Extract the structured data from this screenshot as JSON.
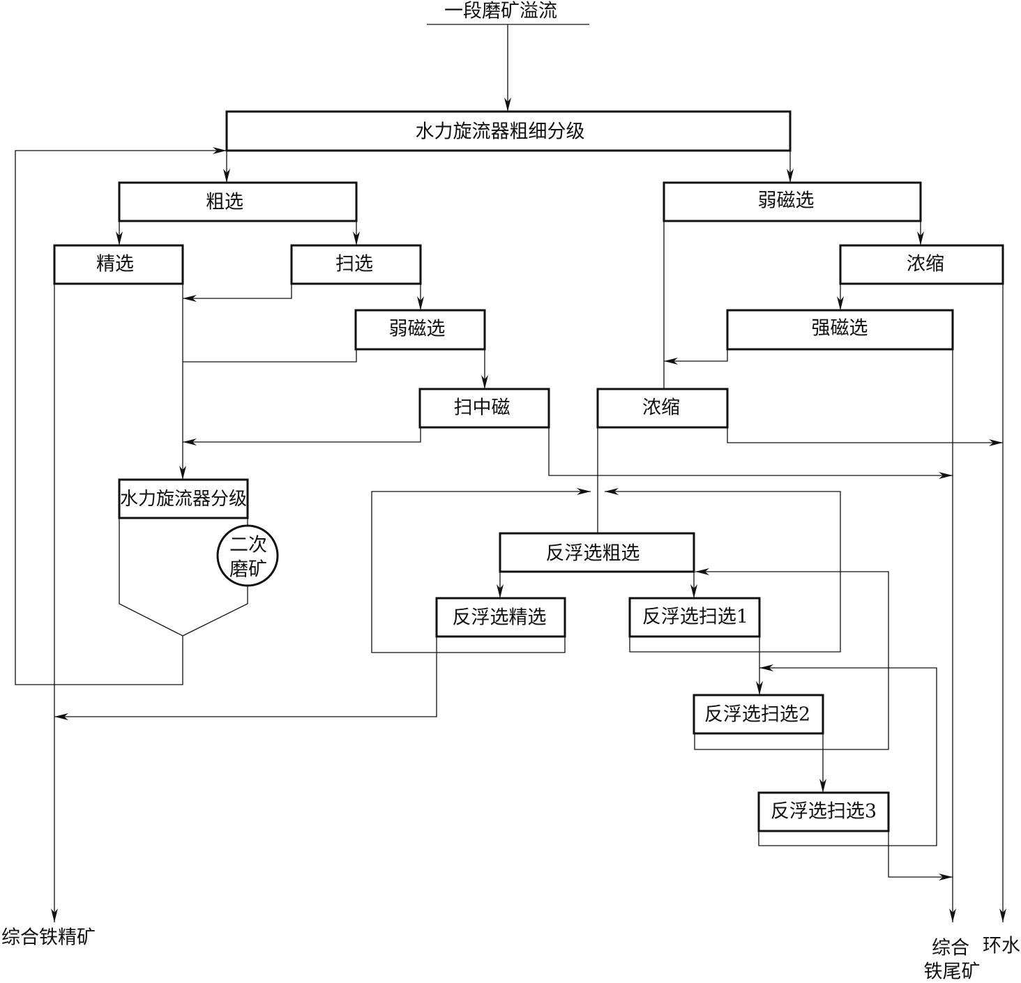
{
  "input": {
    "label": "一段磨矿溢流"
  },
  "nodes": {
    "cyclone_main": "水力旋流器粗细分级",
    "rougher": "粗选",
    "wms_right": "弱磁选",
    "cleaner": "精选",
    "scavenger": "扫选",
    "thickener_top": "浓缩",
    "wms_mid": "弱磁选",
    "strong_mag": "强磁选",
    "scav_medium_mag": "扫中磁",
    "thickener_mid": "浓缩",
    "cyclone_secondary": "水力旋流器分级",
    "regrind_line1": "二次",
    "regrind_line2": "磨矿",
    "rf_rougher": "反浮选粗选",
    "rf_cleaner": "反浮选精选",
    "rf_scav1": "反浮选扫选1",
    "rf_scav2": "反浮选扫选2",
    "rf_scav3": "反浮选扫选3"
  },
  "outputs": {
    "concentrate": "综合铁精矿",
    "tailings_line1": "综合",
    "tailings_line2": "铁尾矿",
    "water": "环水"
  }
}
